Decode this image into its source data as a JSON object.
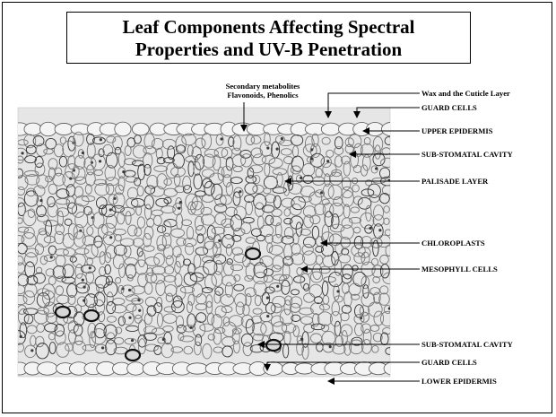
{
  "title": {
    "line1": "Leaf Components Affecting Spectral",
    "line2": "Properties and UV-B Penetration"
  },
  "annotation_top": {
    "line1": "Secondary metabolites",
    "line2": "Flavonoids,  Phenolics"
  },
  "labels": {
    "wax": "Wax and the Cuticle Layer",
    "guard_top": "GUARD CELLS",
    "upper_epidermis": "UPPER EPIDERMIS",
    "substomatal_top": "SUB-STOMATAL CAVITY",
    "palisade": "PALISADE LAYER",
    "chloroplasts": "CHLOROPLASTS",
    "mesophyll": "MESOPHYLL CELLS",
    "substomatal_bottom": "SUB-STOMATAL CAVITY",
    "guard_bottom": "GUARD CELLS",
    "lower_epidermis": "LOWER EPIDERMIS"
  }
}
